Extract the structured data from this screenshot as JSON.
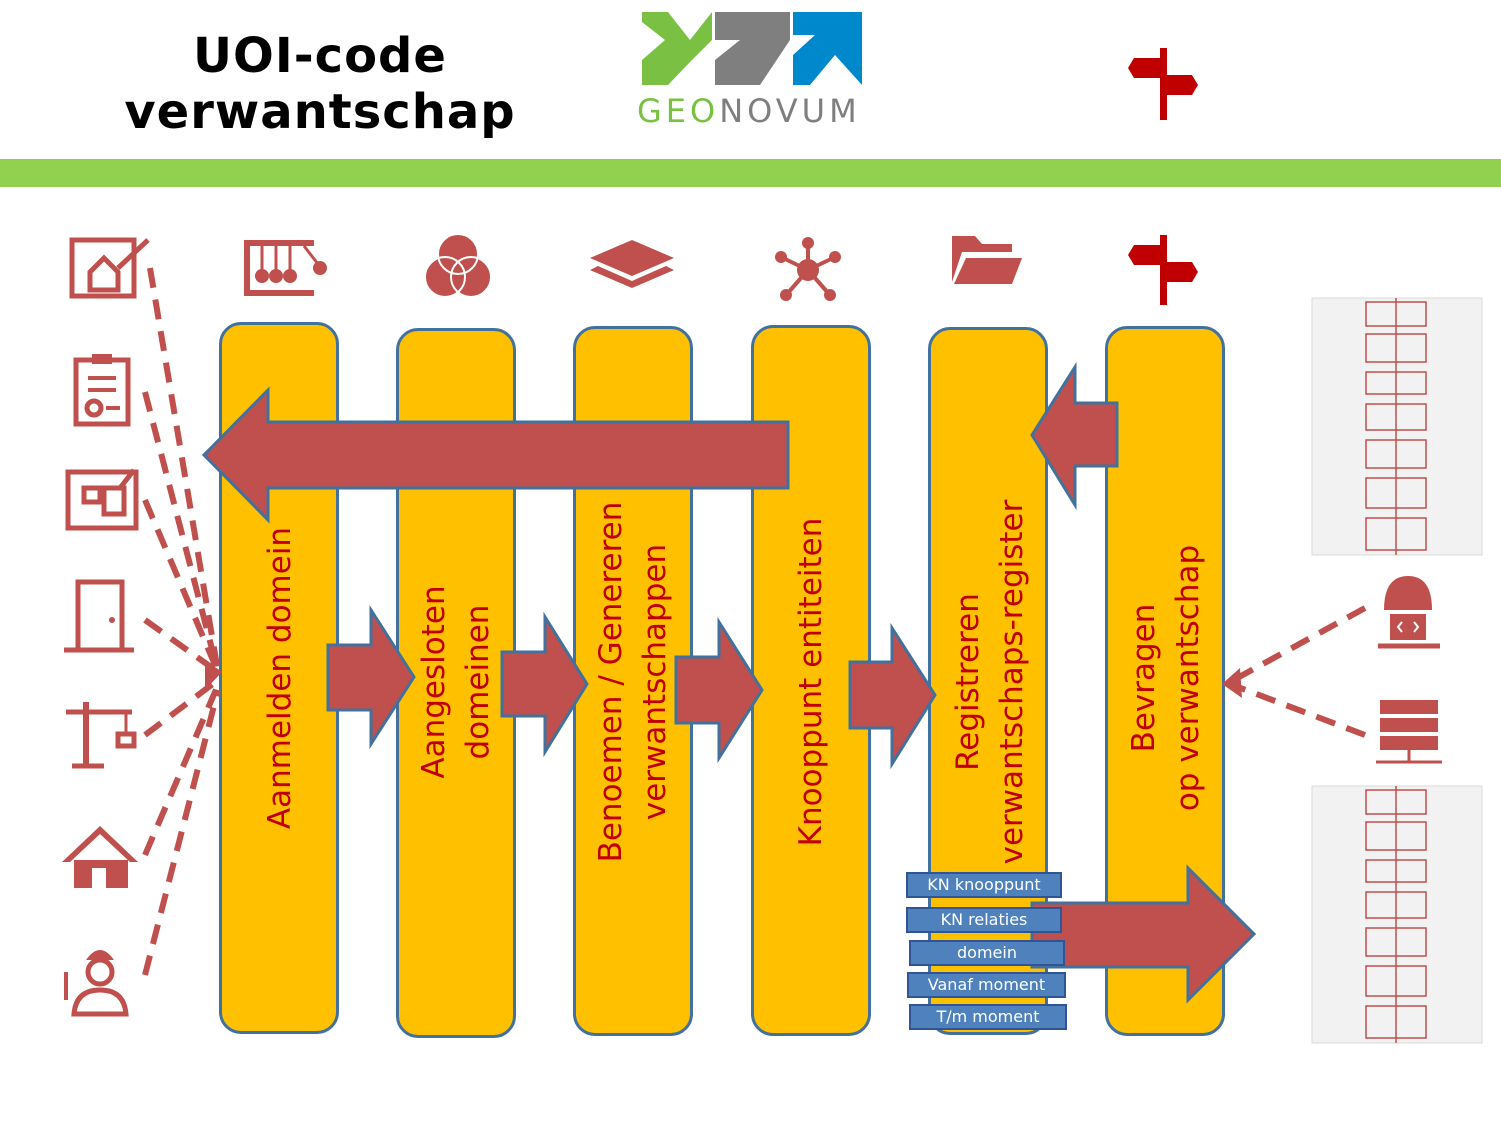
{
  "header": {
    "title_line1": "UOI-code",
    "title_line2": "verwantschap",
    "logo_prefix": "GEO",
    "logo_suffix": "NOVUM"
  },
  "colors": {
    "accent_bar": "#92d050",
    "column_fill": "#ffc000",
    "column_border": "#41719c",
    "arrow_fill": "#c0504d",
    "label_text": "#c00000",
    "field_fill": "#4f81bd"
  },
  "columns": [
    {
      "label_lines": [
        "Aanmelden domein"
      ],
      "icon": "newtons-cradle-icon"
    },
    {
      "label_lines": [
        "Aangesloten",
        "domeinen"
      ],
      "icon": "venn-diagram-icon"
    },
    {
      "label_lines": [
        "Benoemen / Genereren",
        "verwantschappen"
      ],
      "icon": "layers-icon"
    },
    {
      "label_lines": [
        "Knooppunt entiteiten"
      ],
      "icon": "network-node-icon"
    },
    {
      "label_lines": [
        "Registreren",
        "verwantschaps-register"
      ],
      "icon": "folder-icon"
    },
    {
      "label_lines": [
        "Bevragen",
        "op verwantschap"
      ],
      "icon": "signpost-icon"
    }
  ],
  "register_fields": [
    "KN knooppunt",
    "KN relaties",
    "domein",
    "Vanaf moment",
    "T/m moment"
  ],
  "source_icons": [
    "house-plan-icon",
    "certificate-icon",
    "floor-plan-icon",
    "door-icon",
    "crane-icon",
    "house-icon",
    "electrician-icon"
  ],
  "consumer_icons": [
    "developer-icon",
    "server-icon"
  ],
  "output_icons": [
    "database-tables-icon",
    "database-tables-icon"
  ]
}
